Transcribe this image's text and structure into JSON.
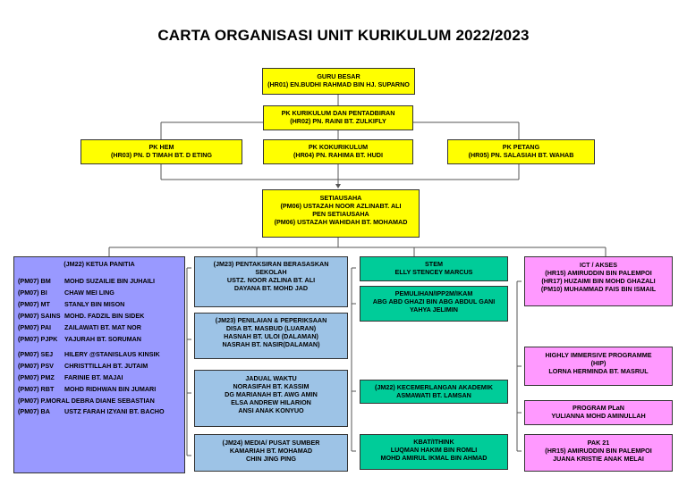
{
  "title": "CARTA ORGANISASI UNIT KURIKULUM 2022/2023",
  "colors": {
    "yellow": "#ffff00",
    "blue": "#9dc3e6",
    "purple": "#9999ff",
    "teal": "#00cc99",
    "pink": "#ff99ff",
    "line": "#555555"
  },
  "guru_besar": {
    "role": "GURU BESAR",
    "name": "(HR01) EN.BUDHI RAHMAD BIN HJ. SUPARNO"
  },
  "pk_kurikulum": {
    "role": "PK KURIKULUM DAN PENTADBIRAN",
    "name": "(HR02) PN. RAINI BT. ZULKIFLY"
  },
  "pk_hem": {
    "role": "PK HEM",
    "name": "(HR03) PN. D TIMAH BT. D ETING"
  },
  "pk_kokurikulum": {
    "role": "PK KOKURIKULUM",
    "name": "(HR04) PN. RAHIMA BT. HUDI"
  },
  "pk_petang": {
    "role": "PK PETANG",
    "name": "(HR05) PN. SALASIAH BT. WAHAB"
  },
  "setiausaha": {
    "role": "SETIAUSAHA",
    "name": "(PM06) USTAZAH NOOR AZLINABT. ALI",
    "role2": "PEN SETIAUSAHA",
    "name2": "(PM06) USTAZAH  WAHIDAH BT. MOHAMAD"
  },
  "ketua_panitia": {
    "header": "(JM22) KETUA PANITIA",
    "rows": [
      {
        "code": "(PM07) BM",
        "name": "MOHD SUZAILIE BIN JUHAILI"
      },
      {
        "code": "(PM07) BI",
        "name": "CHAW MEI LING"
      },
      {
        "code": "(PM07) MT",
        "name": "STANLY BIN MISON"
      },
      {
        "code": "(PM07) SAINS",
        "name": "MOHD. FADZIL BIN SIDEK"
      },
      {
        "code": "(PM07) PAI",
        "name": "ZAILAWATI BT. MAT NOR"
      },
      {
        "code": "(PM07) PJPK",
        "name": "YAJURAH BT. SORUMAN"
      },
      {
        "code": "(PM07) SEJ",
        "name": "HILERY @STANISLAUS KINSIK"
      },
      {
        "code": "(PM07) PSV",
        "name": "CHRISTTILLAH BT. JUTAIM"
      },
      {
        "code": "(PM07) PMZ",
        "name": "FARINIE BT. MAJAI"
      },
      {
        "code": "(PM07) RBT",
        "name": "MOHD RIDHWAN BIN JUMARI"
      }
    ],
    "moral": "(PM07) P.MORAL DEBRA DIANE SEBASTIAN",
    "ba_code": "(PM07) BA",
    "ba_name": "USTZ FARAH IZYANI BT. BACHO"
  },
  "pentaksiran": {
    "line1": "(JM23) PENTAKSIRAN BERASASKAN",
    "line2": "SEKOLAH",
    "line3": "USTZ. NOOR AZLINA BT. ALI",
    "line4": "DAYANA BT. MOHD JAD"
  },
  "penilaian": {
    "line1": "(JM23) PENILAIAN & PEPERIKSAAN",
    "line2": "DISA BT. MASBUD (LUARAN)",
    "line3": "HASNAH BT. ULOI (DALAMAN)",
    "line4": "NASRAH BT. NASIR(DALAMAN)"
  },
  "jadual": {
    "line1": "JADUAL WAKTU",
    "line2": "NORASIFAH BT. KASSIM",
    "line3": "DG MARIANAH BT. AWG AMIN",
    "line4": "ELSA ANDREW HILARION",
    "line5": "ANSI ANAK KONYUO"
  },
  "media": {
    "line1": "(JM24) MEDIA/ PUSAT SUMBER",
    "line2": "KAMARIAH BT. MOHAMAD",
    "line3": "CHIN JING PING"
  },
  "stem": {
    "line1": "STEM",
    "line2": "ELLY STENCEY MARCUS"
  },
  "pemulihan": {
    "line1": "PEMULIHAN/IPP2M/IKAM",
    "line2": "ABG ABD GHAZI BIN ABG ABDUL GANI",
    "line3": "YAHYA JELIMIN"
  },
  "kecemerlangan": {
    "line1": "(JM22) KECEMERLANGAN AKADEMIK",
    "line2": "ASMAWATI BT. LAMSAN"
  },
  "kbat": {
    "line1": "KBAT/ITHINK",
    "line2": "LUQMAN HAKIM BIN ROMLI",
    "line3": "MOHD AMIRUL IKMAL BIN AHMAD"
  },
  "ict": {
    "line1": "ICT / AKSES",
    "line2": "(HR15) AMIRUDDIN BIN PALEMPOI",
    "line3": "(HR17) HUZAIMI BIN MOHD GHAZALI",
    "line4": "(PM10) MUHAMMAD FAIS BIN ISMAIL"
  },
  "hip": {
    "line1": "HIGHLY IMMERSIVE PROGRAMME",
    "line2": "(HIP)",
    "line3": "LORNA HERMINDA BT. MASRUL"
  },
  "plan": {
    "line1": "PROGRAM PLaN",
    "line2": "YULIANNA MOHD AMINULLAH"
  },
  "pak21": {
    "line1": "PAK 21",
    "line2": "(HR15) AMIRUDDIN BIN PALEMPOI",
    "line3": "JUANA KRISTIE ANAK MELAI"
  }
}
